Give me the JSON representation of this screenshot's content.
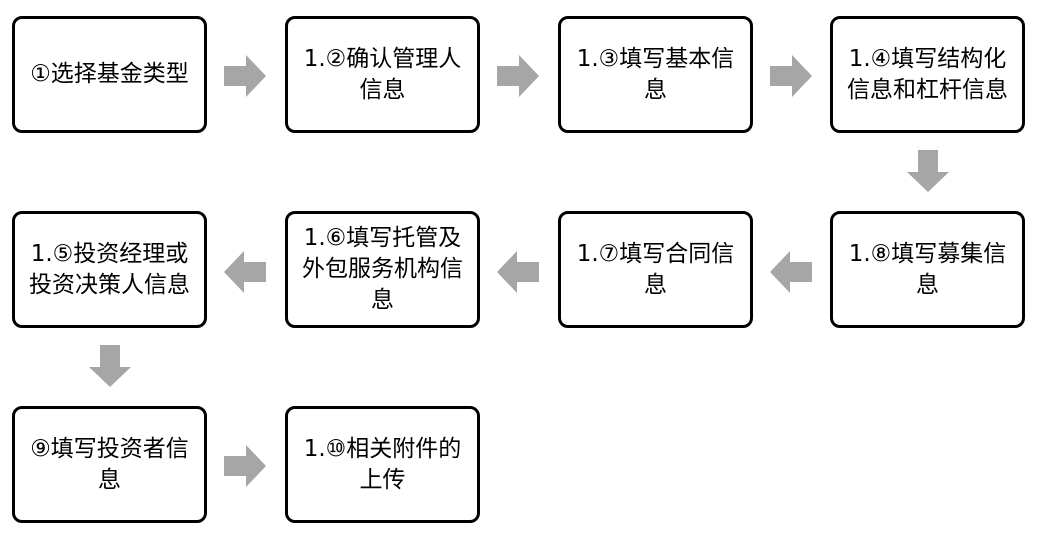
{
  "colors": {
    "box_border": "#000000",
    "box_fill": "#ffffff",
    "text": "#000000",
    "arrow": "#a6a6a6"
  },
  "steps": [
    {
      "label": "①选择基金类型"
    },
    {
      "label": "1.②确认管理人信息"
    },
    {
      "label": "1.③填写基本信息"
    },
    {
      "label": "1.④填写结构化信息和杠杆信息"
    },
    {
      "label": "1.⑤投资经理或投资决策人信息"
    },
    {
      "label": "1.⑥填写托管及外包服务机构信息"
    },
    {
      "label": "1.⑦填写合同信息"
    },
    {
      "label": "1.⑧填写募集信息"
    },
    {
      "label": "⑨填写投资者信息"
    },
    {
      "label": "1.⑩相关附件的上传"
    }
  ],
  "arrows": [
    {
      "direction": "right"
    },
    {
      "direction": "right"
    },
    {
      "direction": "right"
    },
    {
      "direction": "down"
    },
    {
      "direction": "left"
    },
    {
      "direction": "left"
    },
    {
      "direction": "left"
    },
    {
      "direction": "down"
    },
    {
      "direction": "right"
    }
  ]
}
